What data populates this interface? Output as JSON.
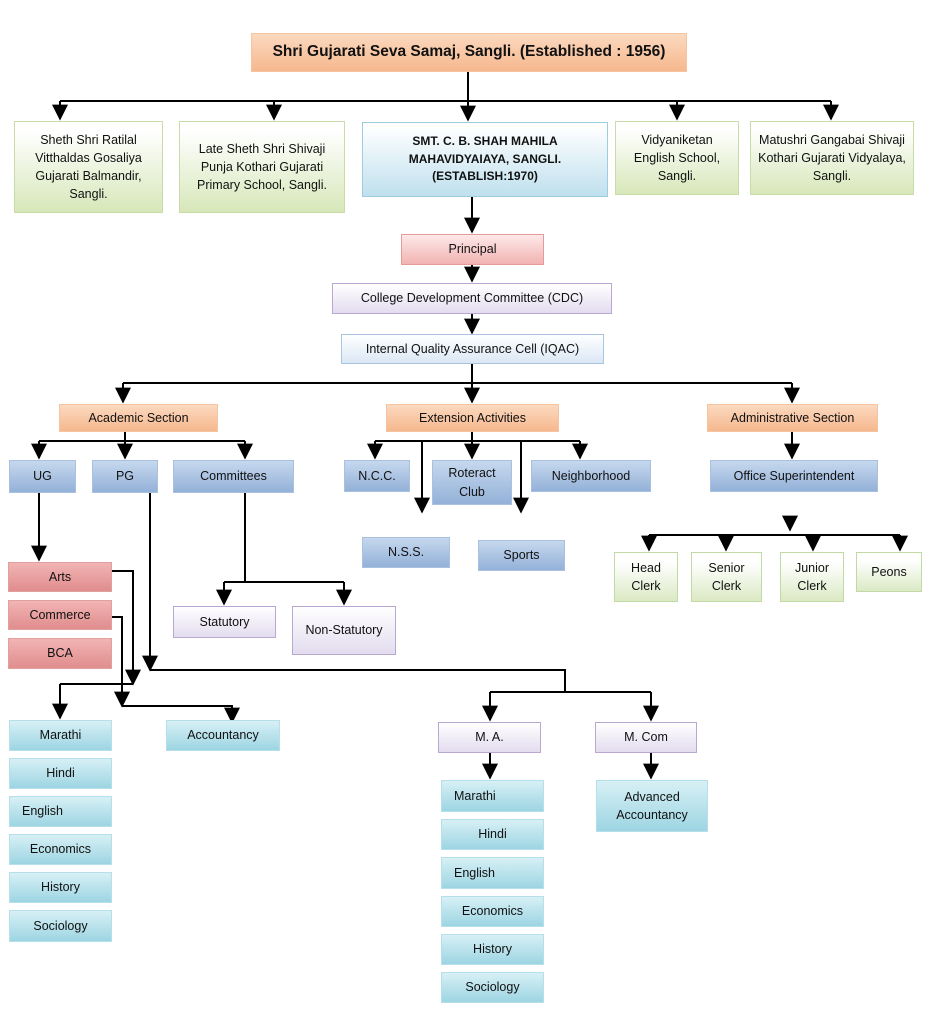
{
  "title": "Shri Gujarati Seva Samaj, Sangli. (Established : 1956)",
  "institutions": {
    "balmandir": "Sheth Shri Ratilal Vitthaldas Gosaliya Gujarati Balmandir, Sangli.",
    "primary": "Late Sheth Shri Shivaji Punja Kothari Gujarati Primary School,  Sangli.",
    "college": "SMT. C. B. SHAH MAHILA MAHAVIDYAIAYA, SANGLI. (ESTABLISH:1970)",
    "vidyaniketan": "Vidyaniketan English School, Sangli.",
    "vidyalaya": "Matushri Gangabai Shivaji Kothari Gujarati Vidyalaya, Sangli."
  },
  "governance": {
    "principal": "Principal",
    "cdc": "College Development Committee (CDC)",
    "iqac": "Internal Quality Assurance Cell (IQAC)"
  },
  "sections": {
    "academic": "Academic Section",
    "extension": "Extension Activities",
    "administrative": "Administrative Section"
  },
  "academic": {
    "ug": "UG",
    "pg": "PG",
    "committees": "Committees",
    "arts": "Arts",
    "commerce": "Commerce",
    "bca": "BCA",
    "statutory": "Statutory",
    "non_statutory": "Non-Statutory",
    "accountancy": "Accountancy",
    "arts_subjects": [
      "Marathi",
      "Hindi",
      "English",
      "Economics",
      "History",
      "Sociology"
    ],
    "ma": "M. A.",
    "mcom": "M. Com",
    "ma_subjects": [
      "Marathi",
      "Hindi",
      "English",
      "Economics",
      "History",
      "Sociology"
    ],
    "advanced_accountancy": "Advanced Accountancy"
  },
  "extension": {
    "ncc": "N.C.C.",
    "rotaract": "Roteract Club",
    "neighborhood": "Neighborhood",
    "nss": "N.S.S.",
    "sports": "Sports"
  },
  "administration": {
    "superintendent": "Office Superintendent",
    "head_clerk": "Head Clerk",
    "senior_clerk": "Senior Clerk",
    "junior_clerk": "Junior Clerk",
    "peons": "Peons"
  }
}
